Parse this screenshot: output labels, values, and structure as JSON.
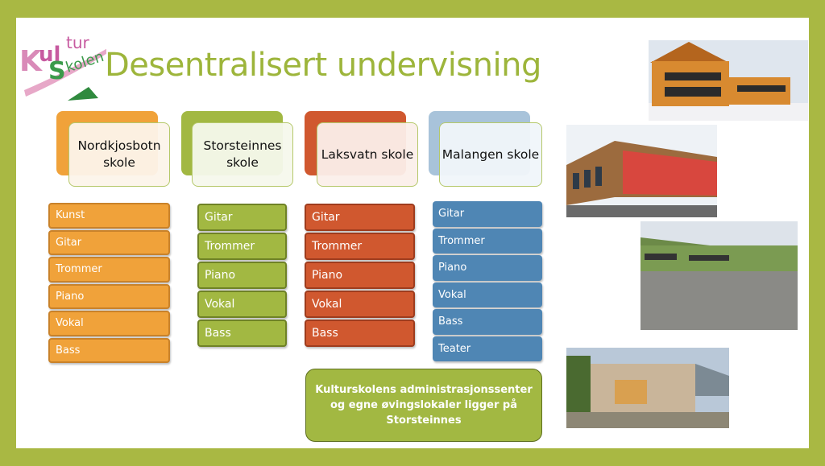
{
  "slide": {
    "title": "Desentralisert undervisning",
    "logo_text": "KulturSkolen",
    "schools": [
      {
        "name": "Nordkjosbotn skole",
        "color": "#f0a23a",
        "subjects": [
          "Kunst",
          "Gitar",
          "Trommer",
          "Piano",
          "Vokal",
          "Bass"
        ]
      },
      {
        "name": "Storsteinnes skole",
        "color": "#a2b842",
        "subjects": [
          "Gitar",
          "Trommer",
          "Piano",
          "Vokal",
          "Bass"
        ]
      },
      {
        "name": "Laksvatn skole",
        "color": "#d0582f",
        "subjects": [
          "Gitar",
          "Trommer",
          "Piano",
          "Vokal",
          "Bass"
        ]
      },
      {
        "name": "Malangen skole",
        "color": "#4f86b4",
        "subjects": [
          "Gitar",
          "Trommer",
          "Piano",
          "Vokal",
          "Bass",
          "Teater"
        ]
      }
    ],
    "note": "Kulturskolens administrasjonssenter og egne øvingslokaler ligger på Storsteinnes"
  }
}
